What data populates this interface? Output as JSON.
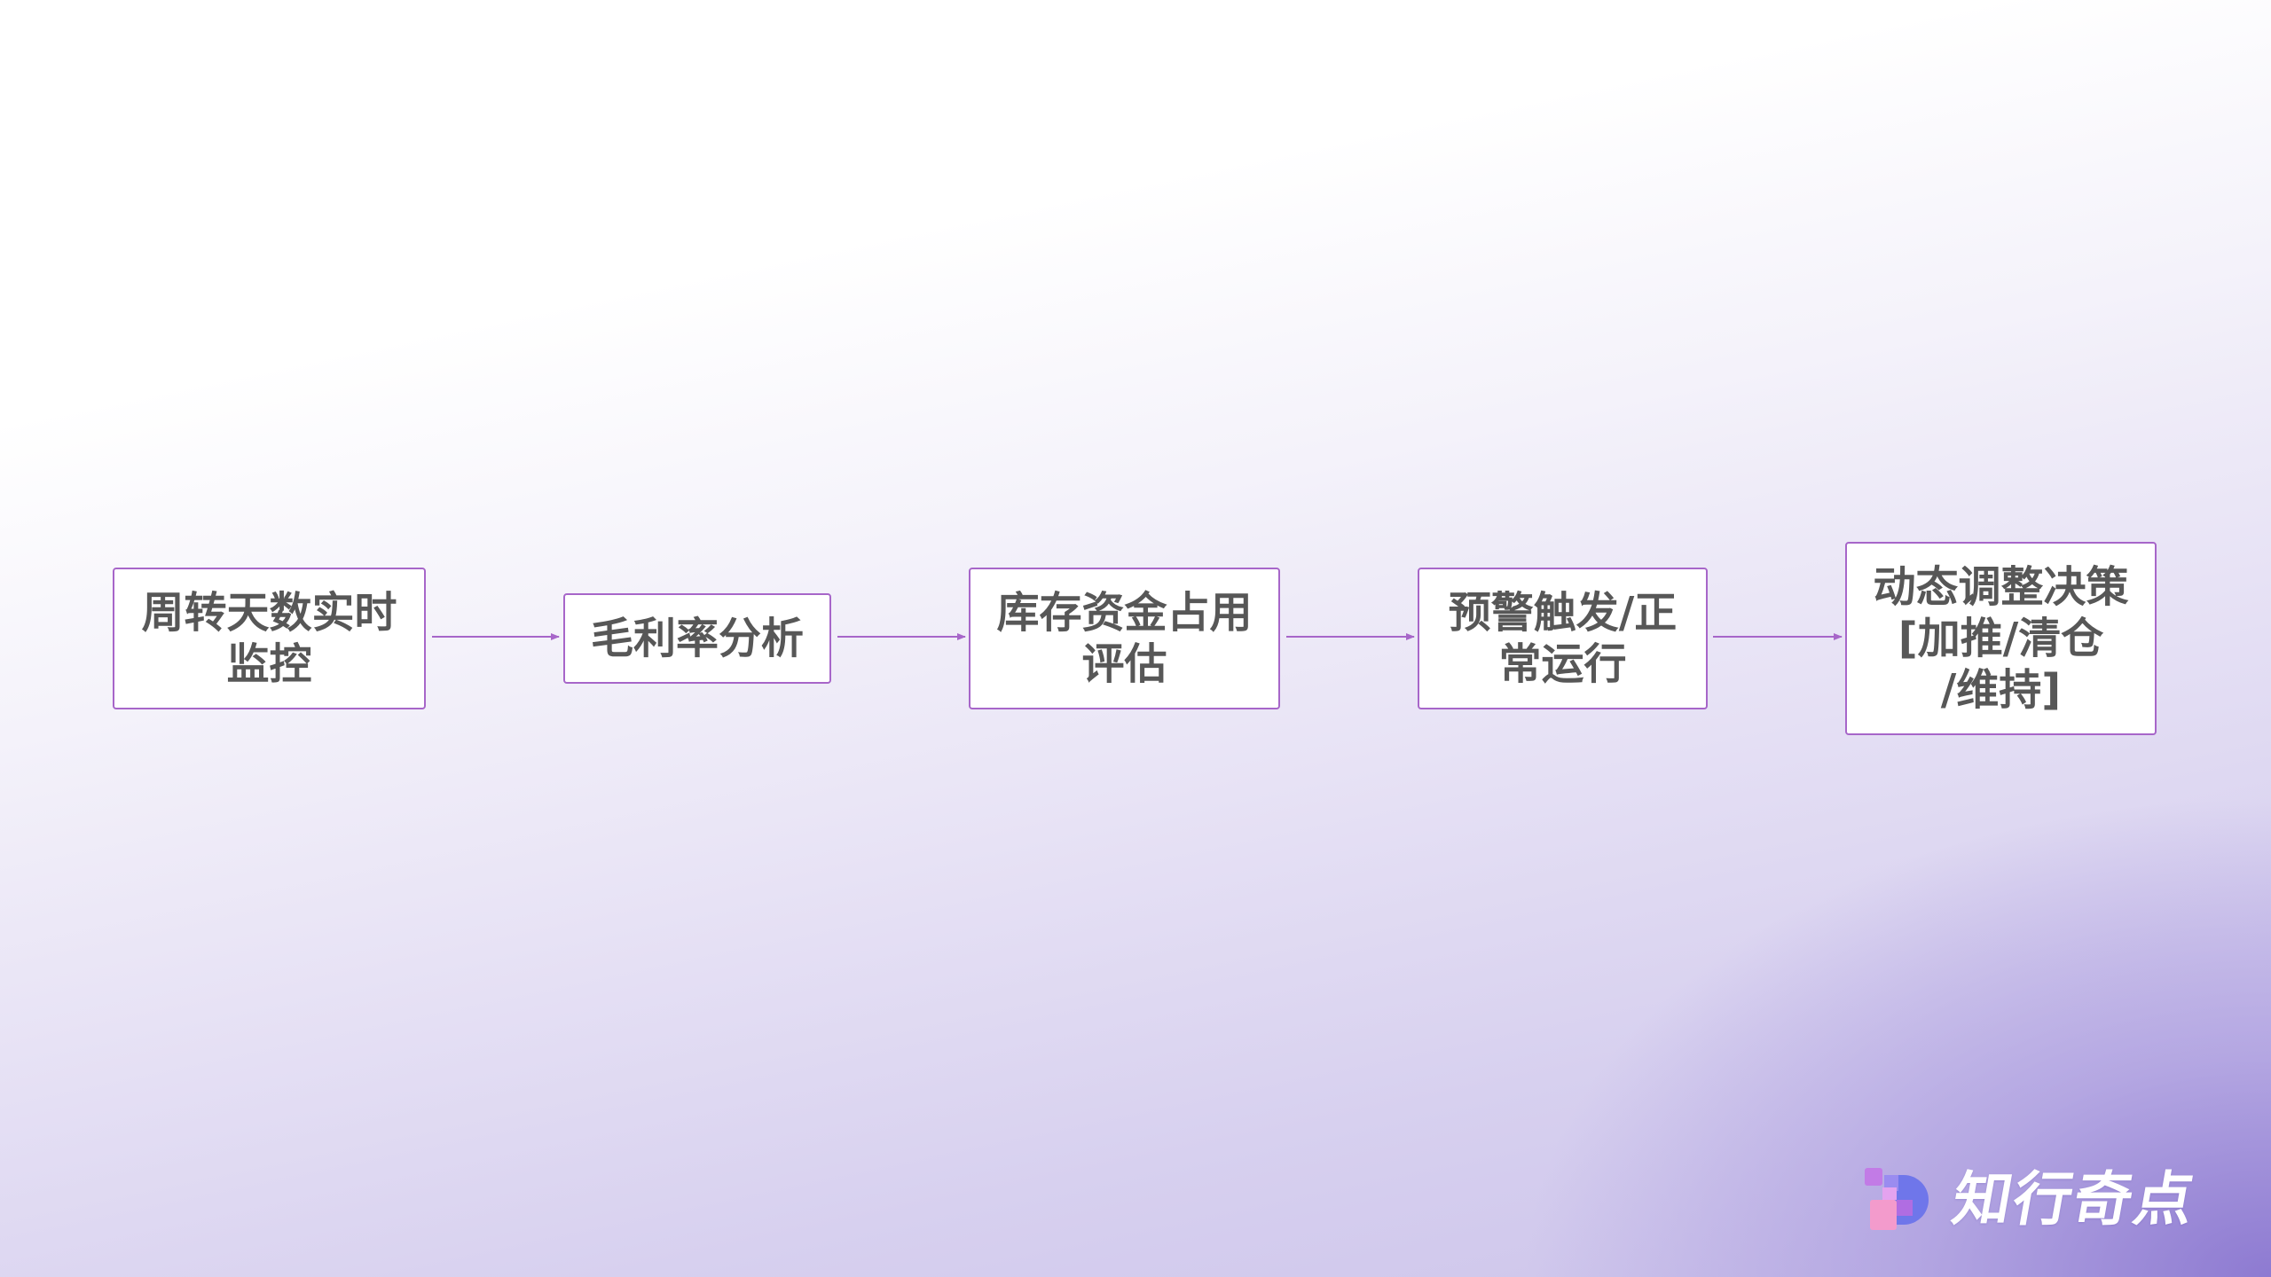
{
  "flow": {
    "steps": [
      {
        "lines": [
          "周转天数实时",
          "监控"
        ]
      },
      {
        "lines": [
          "毛利率分析"
        ]
      },
      {
        "lines": [
          "库存资金占用",
          "评估"
        ]
      },
      {
        "lines": [
          "预警触发/正",
          "常运行"
        ]
      },
      {
        "lines": [
          "动态调整决策",
          "[加推/清仓",
          "/维持]"
        ]
      }
    ]
  },
  "brand": {
    "name": "知行奇点",
    "icon": "brand-logo-icon"
  },
  "colors": {
    "box_border": "#a766c9",
    "arrow": "#a766c9",
    "text": "#575757",
    "brand_text": "#ffffff"
  }
}
